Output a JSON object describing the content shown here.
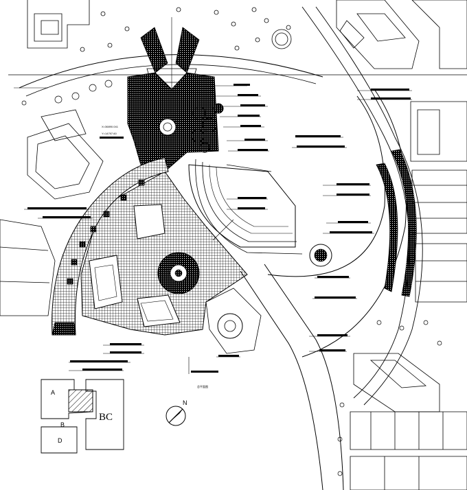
{
  "plan": {
    "title_mark": "总平面图",
    "keymap_labels": [
      "A",
      "B",
      "BC",
      "D"
    ],
    "north_letter": "N",
    "callouts_left": [
      "X=36890.041",
      "Y=14797.60"
    ]
  },
  "colors": {
    "line": "#000000",
    "paper": "#ffffff",
    "hatch": "#000000"
  }
}
